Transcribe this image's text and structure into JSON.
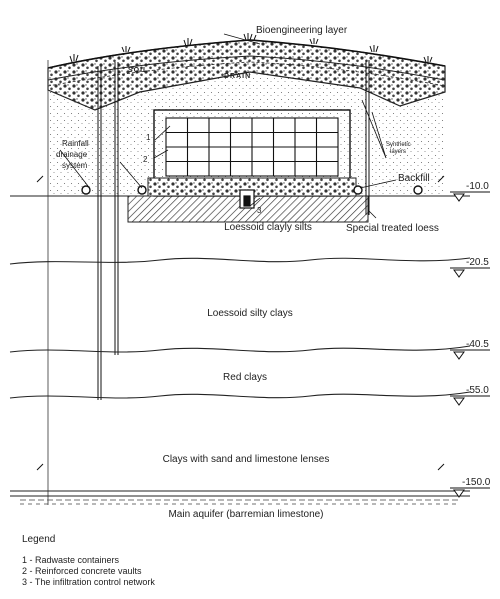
{
  "labels": {
    "bioengineering": "Bioengineering layer",
    "soil": "SOIL",
    "drain": "DRAIN",
    "rainfall_line1": "Rainfall",
    "rainfall_line2": "drainage",
    "rainfall_line3": "system",
    "synthetic_line1": "Synthetic",
    "synthetic_line2": "layers",
    "backfill": "Backfill",
    "callout_1": "1",
    "callout_2": "2",
    "callout_3": "3",
    "special_loess": "Special treated loess"
  },
  "strata": [
    {
      "name": "Loessoid clayly silts",
      "depth": "-10.0"
    },
    {
      "name": "Loessoid silty clays",
      "depth": "-20.5"
    },
    {
      "name": "Red clays",
      "depth": "-40.5"
    },
    {
      "name": "Clays with sand and limestone lenses",
      "depth": "-55.0"
    },
    {
      "name": "Main aquifer (barremian limestone)",
      "depth": "-150.0"
    }
  ],
  "legend": {
    "title": "Legend",
    "items": [
      "1 - Radwaste containers",
      "2 - Reinforced concrete vaults",
      "3 - The infiltration control network"
    ]
  }
}
